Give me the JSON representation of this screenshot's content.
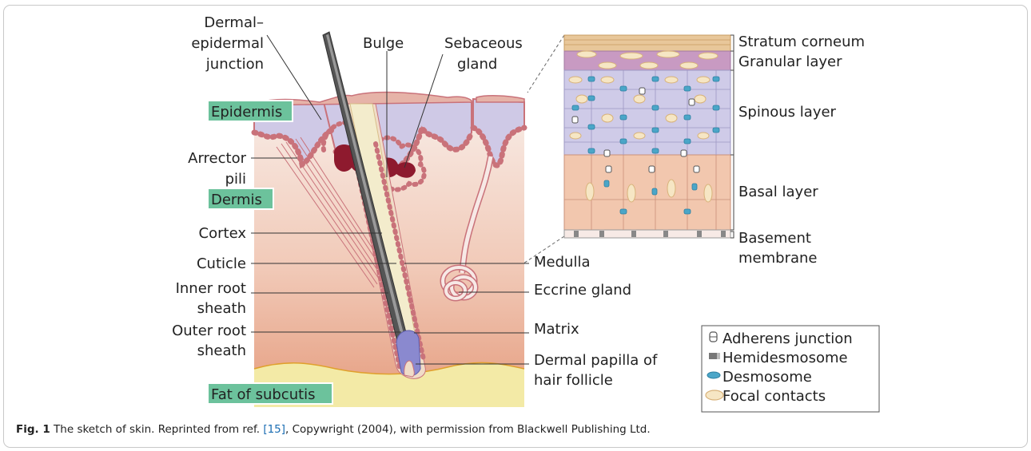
{
  "left_labels": {
    "dej_1": "Dermal–",
    "dej_2": "epidermal",
    "dej_3": "junction",
    "epidermis": "Epidermis",
    "arrector_1": "Arrector",
    "arrector_2": "pili",
    "dermis": "Dermis",
    "cortex": "Cortex",
    "cuticle": "Cuticle",
    "irs_1": "Inner root",
    "irs_2": "sheath",
    "ors_1": "Outer root",
    "ors_2": "sheath",
    "fat": "Fat of subcutis"
  },
  "top_labels": {
    "bulge": "Bulge",
    "sebaceous_1": "Sebaceous",
    "sebaceous_2": "gland"
  },
  "right_labels": {
    "medulla": "Medulla",
    "eccrine": "Eccrine gland",
    "matrix": "Matrix",
    "papilla_1": "Dermal papilla of",
    "papilla_2": "hair follicle"
  },
  "layer_labels": {
    "corneum": "Stratum corneum",
    "granular": "Granular layer",
    "spinous": "Spinous layer",
    "basal": "Basal layer",
    "basement_1": "Basement",
    "basement_2": "membrane"
  },
  "legend": {
    "adherens": "Adherens junction",
    "hemidesmosome": "Hemidesmosome",
    "desmosome": "Desmosome",
    "focal": "Focal contacts"
  },
  "caption": {
    "fig": "Fig. 1",
    "text_a": " The sketch of skin. Reprinted from ref. ",
    "ref": "[15]",
    "text_b": ", Copywright (2004), with permission from Blackwell Publishing Ltd."
  },
  "colors": {
    "label_box": "#6cc29c",
    "epidermis": "#cfc9e6",
    "dermis_top": "#f6e6e0",
    "dermis_bottom": "#e9a98c",
    "fat": "#f3eaa6",
    "skin_surface": "#e6b3a8",
    "sebaceous": "#8e1a2e",
    "desmosome": "#4ba6c8"
  }
}
